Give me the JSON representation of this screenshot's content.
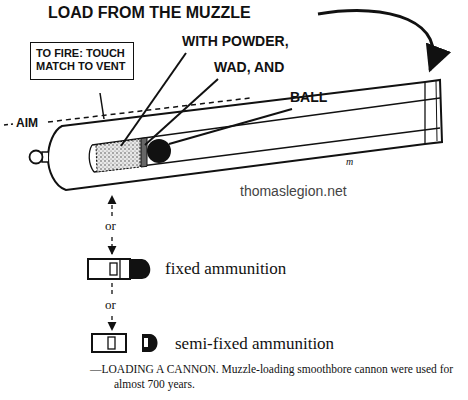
{
  "diagram": {
    "caption": "—LOADING A CANNON. Muzzle-loading smoothbore cannon were used for almost 700 years.",
    "nodes": [
      {
        "text": [
          "TO FIRE: TOUCH MATCH TO VENT"
        ]
      }
    ],
    "labels": [
      "LOAD FROM THE MUZZLE",
      "WITH POWDER,",
      "WAD, AND",
      "BALL",
      "AIM",
      "m",
      "thomaslegion.net",
      "or",
      "fixed ammunition",
      "or",
      "semi-fixed ammunition"
    ]
  }
}
